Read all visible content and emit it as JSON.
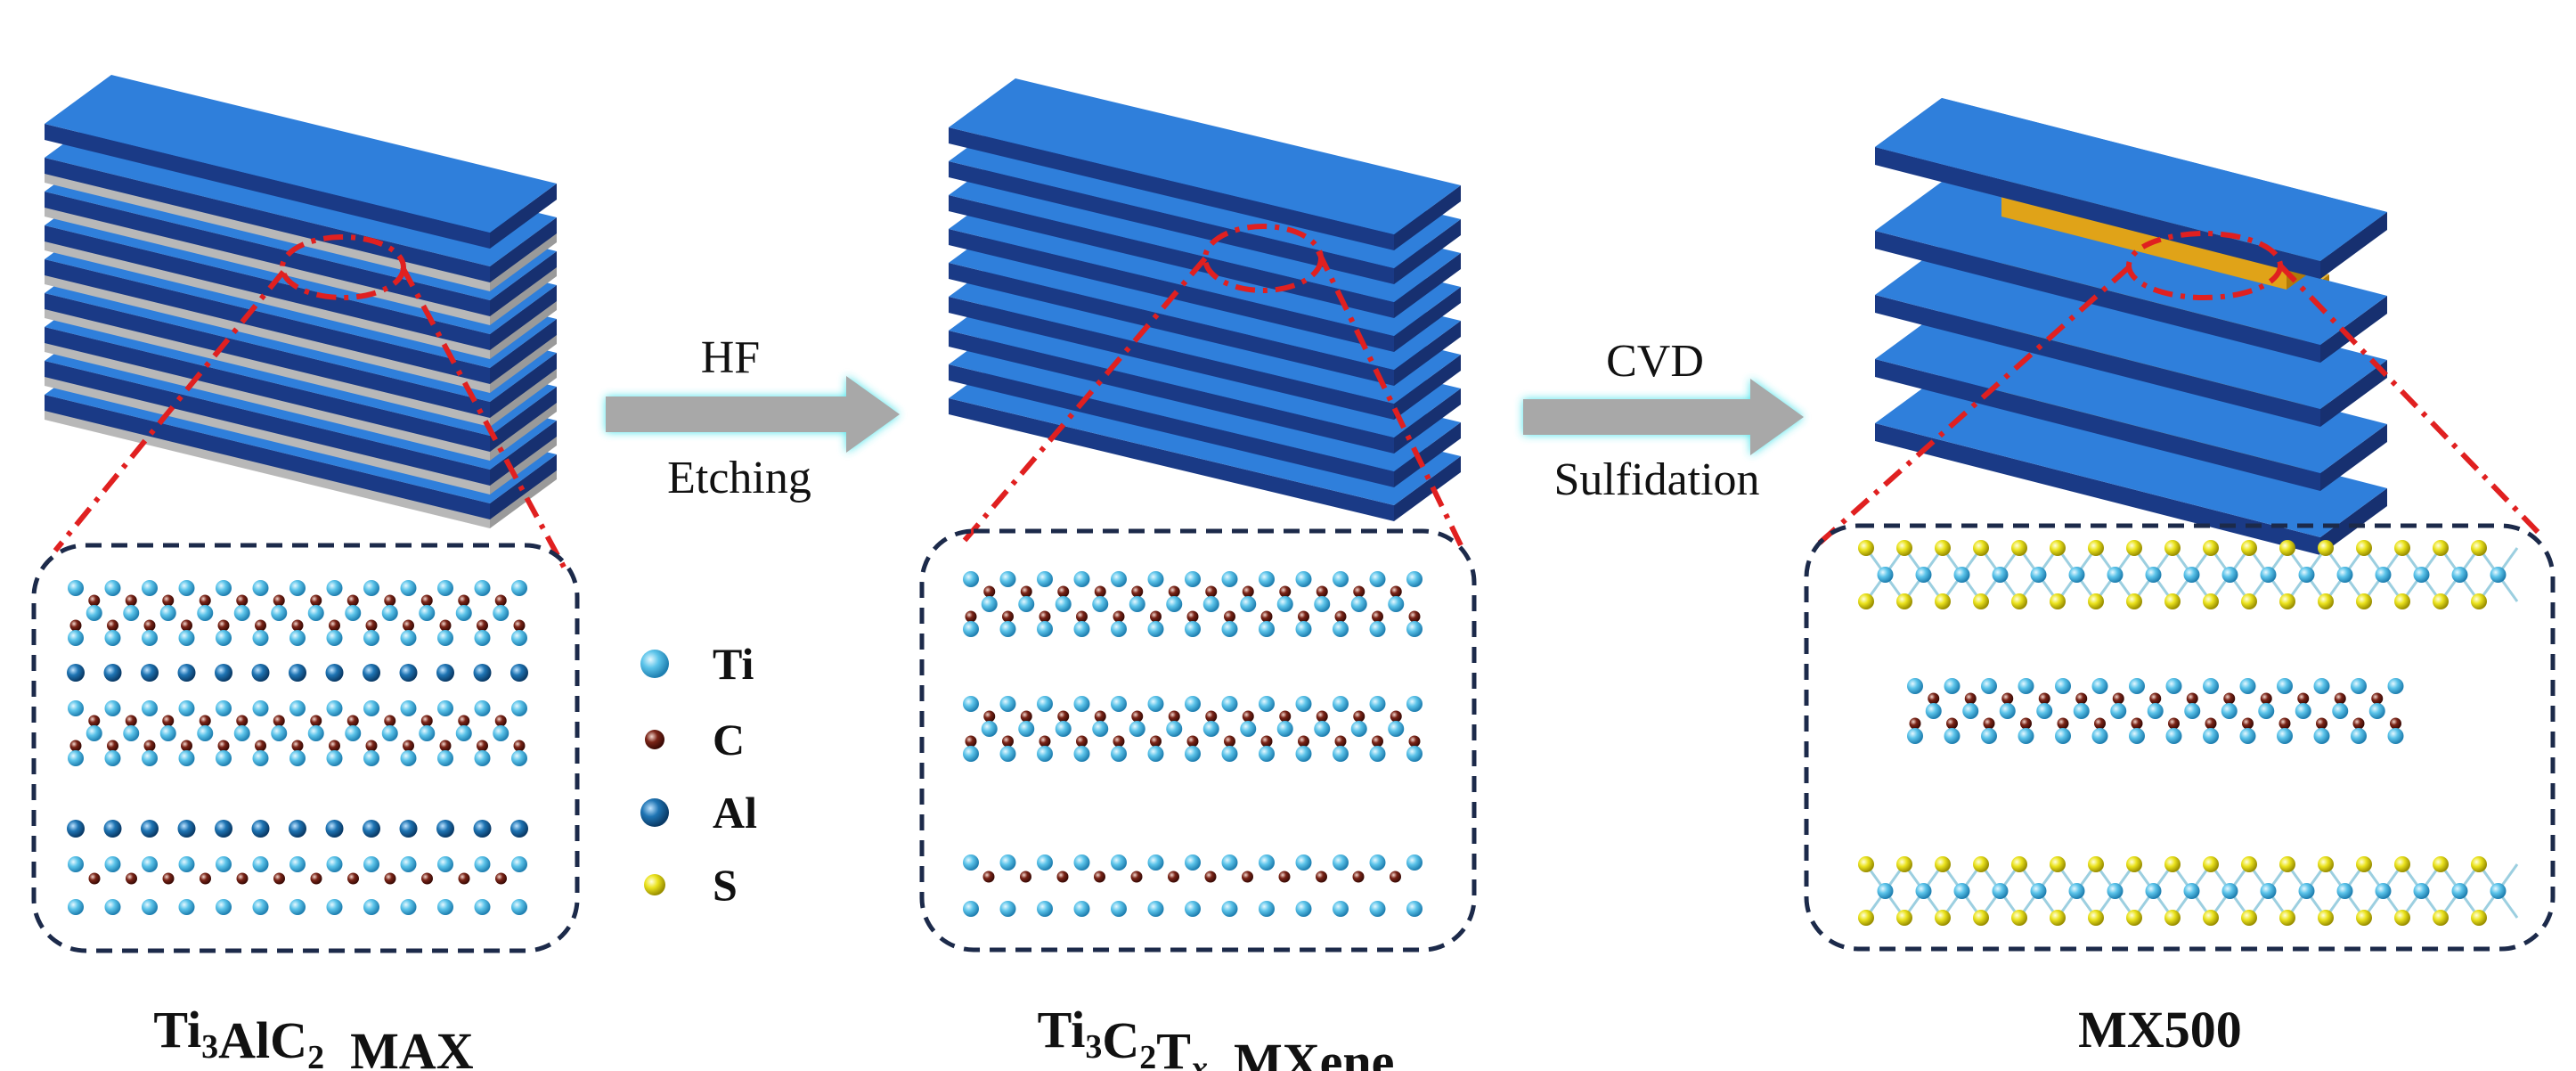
{
  "steps": [
    {
      "top": "HF",
      "bottom": "Etching"
    },
    {
      "top": "CVD",
      "bottom": "Sulfidation"
    }
  ],
  "captions": [
    {
      "parts": [
        {
          "t": "Ti"
        },
        {
          "t": "3",
          "sub": true
        },
        {
          "t": "AlC"
        },
        {
          "t": "2",
          "sub": true
        },
        {
          "t": "  MAX"
        }
      ]
    },
    {
      "parts": [
        {
          "t": "Ti"
        },
        {
          "t": "3",
          "sub": true
        },
        {
          "t": "C"
        },
        {
          "t": "2",
          "sub": true
        },
        {
          "t": "T"
        },
        {
          "t": "x",
          "sub": true,
          "italic": true
        },
        {
          "t": "  MXene"
        }
      ]
    },
    {
      "parts": [
        {
          "t": "MX500"
        }
      ]
    }
  ],
  "legend": [
    {
      "label": "Ti",
      "color": "#49b7e0"
    },
    {
      "label": "C",
      "color": "#6b1a12"
    },
    {
      "label": "Al",
      "color": "#1d6fa8"
    },
    {
      "label": "S",
      "color": "#e8e020"
    }
  ],
  "colors": {
    "sheet_top": "#2f7fdb",
    "sheet_front": "#1a3a86",
    "sheet_right": "#173070",
    "al_layer": "#c8c8c8",
    "sulfide_layer": "#e0a318",
    "highlight": "#e02020",
    "panel_border": "#1c2a4a",
    "arrow": "#a8a8a8",
    "arrow_glow": "#36e0e8"
  }
}
